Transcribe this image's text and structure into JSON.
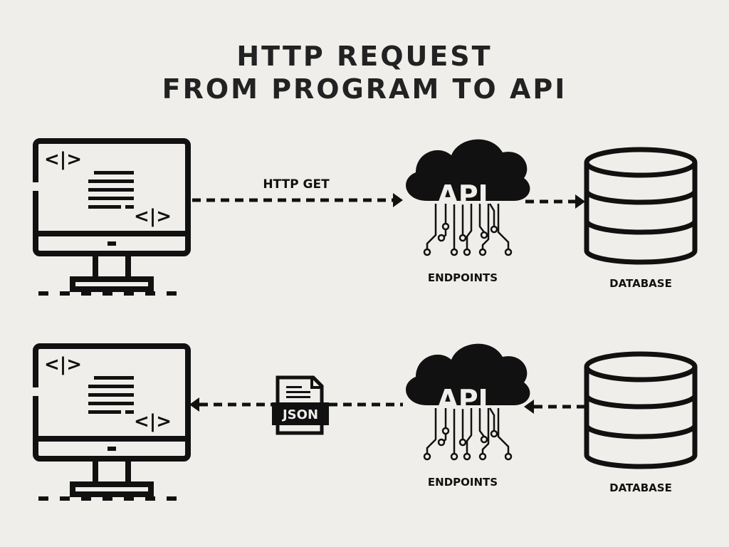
{
  "title": {
    "line1": "HTTP REQUEST",
    "line2": "FROM PROGRAM TO API"
  },
  "request_row": {
    "arrow_label": "HTTP GET",
    "api_label": "API",
    "endpoints_label": "ENDPOINTS",
    "database_label": "DATABASE",
    "code_tag_top": "<|>",
    "code_tag_bottom": "<|>"
  },
  "response_row": {
    "payload_label": "JSON",
    "api_label": "API",
    "endpoints_label": "ENDPOINTS",
    "database_label": "DATABASE",
    "code_tag_top": "<|>",
    "code_tag_bottom": "<|>"
  },
  "icons": [
    "monitor-code-icon",
    "cloud-api-icon",
    "database-icon",
    "json-document-icon"
  ],
  "colors": {
    "background": "#efeeea",
    "ink": "#111111"
  }
}
